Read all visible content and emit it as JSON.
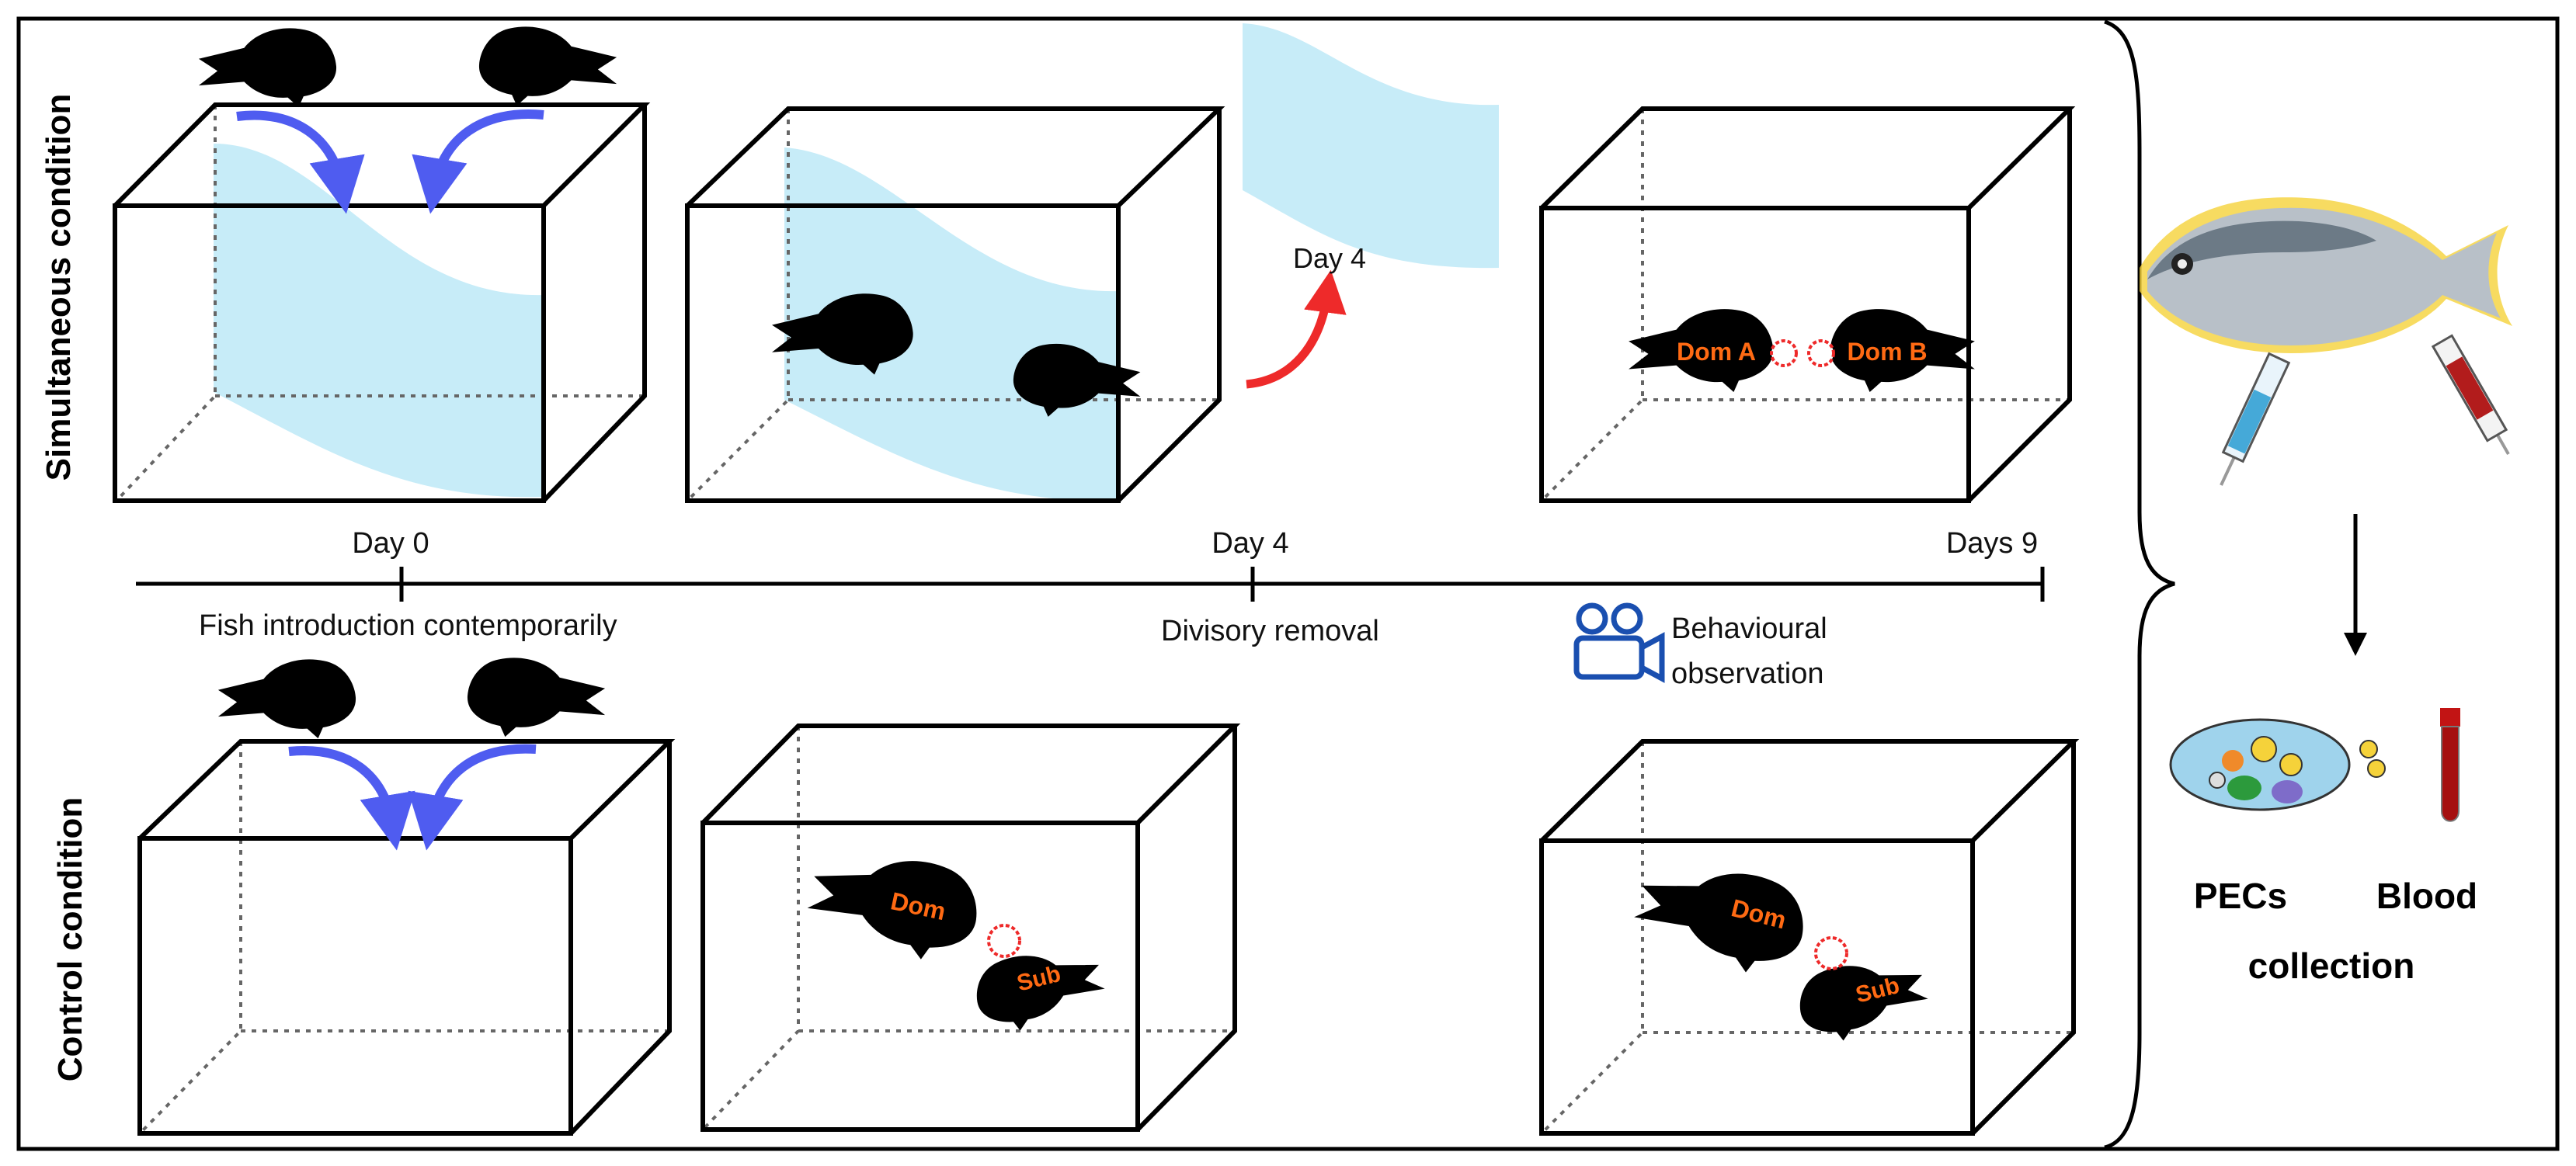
{
  "rows": {
    "simultaneous_label": "Simultaneous condition",
    "control_label": "Control condition"
  },
  "timeline": {
    "day0": "Day 0",
    "day4": "Day 4",
    "days9": "Days 9",
    "fish_introduction": "Fish introduction contemporarily",
    "divisory_removal": "Divisory removal",
    "behavioural_line1": "Behavioural",
    "behavioural_line2": "observation"
  },
  "removal_arrow_label": "Day 4",
  "fish_tags": {
    "dom_a": "Dom A",
    "dom_b": "Dom B",
    "dom": "Dom",
    "sub": "Sub"
  },
  "collection": {
    "pecs": "PECs",
    "blood": "Blood",
    "collection": "collection"
  },
  "colors": {
    "divider_blue": "#c7ecf8",
    "intro_arrow": "#4f5cf0",
    "removal_arrow": "#ee2a2a",
    "dom_text": "#ff6a13",
    "camera": "#1a4fb0"
  },
  "icons": {
    "camera": "video-camera-icon",
    "fish": "fish-silhouette-icon",
    "syringe": "syringe-icon",
    "blood_tube": "blood-tube-icon",
    "cells": "cells-dish-icon"
  }
}
